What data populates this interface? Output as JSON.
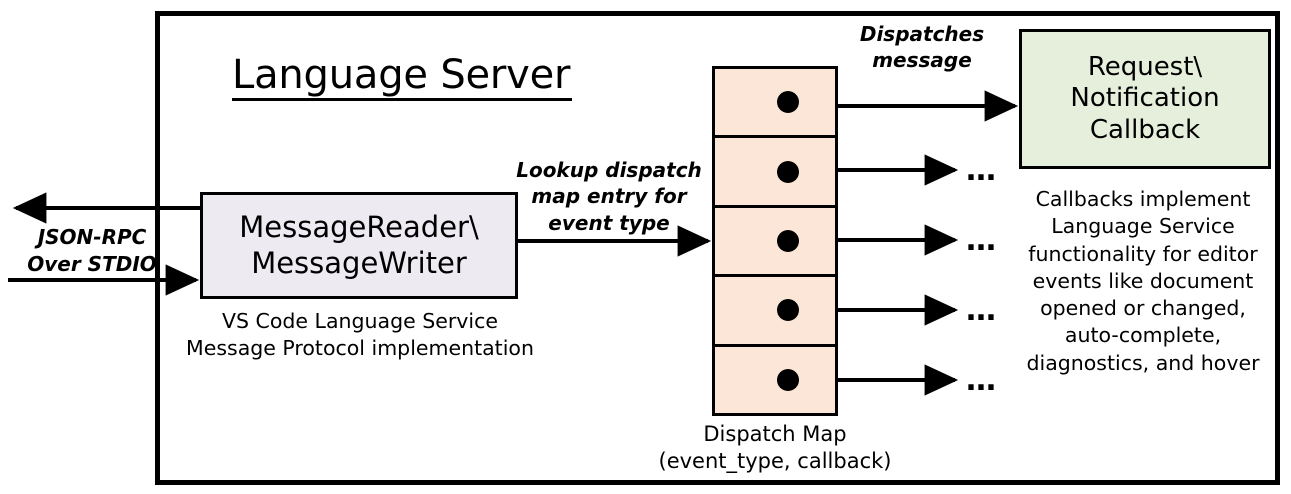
{
  "diagram": {
    "title": "Language Server",
    "frame_label": "language-server-boundary",
    "colors": {
      "reader_fill": "#EDEAF2",
      "dispatch_fill": "#FCE6D7",
      "callback_fill": "#E6EEDC",
      "stroke": "#000000",
      "background": "#FFFFFF"
    }
  },
  "transport": {
    "label": "JSON-RPC\nOver STDIO",
    "outbound_arrow": "arrow-left-out",
    "inbound_arrow": "arrow-right-in"
  },
  "reader": {
    "title": "MessageReader\\\nMessageWriter",
    "caption": "VS Code Language Service\nMessage Protocol implementation"
  },
  "lookup": {
    "label": "Lookup dispatch\nmap entry for\nevent type"
  },
  "dispatch_map": {
    "caption": "Dispatch Map\n(event_type, callback)",
    "rows": [
      {
        "id": "row-1",
        "connector": "dot",
        "outgoing": "callback-arrow",
        "target": "Request\\Notification Callback"
      },
      {
        "id": "row-2",
        "connector": "dot",
        "outgoing": "callback-arrow",
        "target": "…"
      },
      {
        "id": "row-3",
        "connector": "dot",
        "outgoing": "callback-arrow",
        "target": "…"
      },
      {
        "id": "row-4",
        "connector": "dot",
        "outgoing": "callback-arrow",
        "target": "…"
      },
      {
        "id": "row-5",
        "connector": "dot",
        "outgoing": "callback-arrow",
        "target": "…"
      }
    ],
    "ellipsis": "…"
  },
  "dispatch": {
    "label": "Dispatches\nmessage"
  },
  "callback": {
    "title": "Request\\\nNotification\nCallback",
    "caption": "Callbacks implement\nLanguage Service\nfunctionality for editor\nevents like document\nopened or changed,\nauto-complete,\ndiagnostics, and hover"
  }
}
